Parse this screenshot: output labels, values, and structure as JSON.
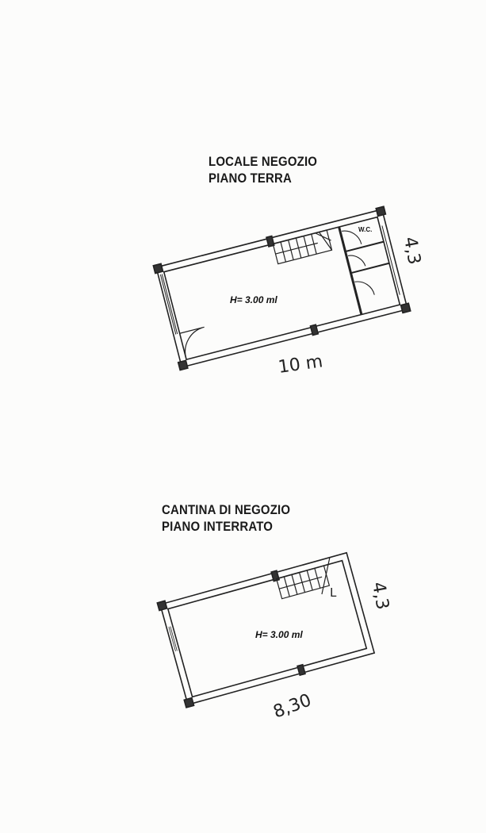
{
  "plans": [
    {
      "title_line1": "LOCALE NEGOZIO",
      "title_line2": "PIANO TERRA",
      "height_label": "H= 3.00 ml",
      "room_label": "W.C.",
      "length_note": "10 m",
      "width_note": "4,3"
    },
    {
      "title_line1": "CANTINA DI NEGOZIO",
      "title_line2": "PIANO INTERRATO",
      "height_label": "H= 3.00 ml",
      "stair_note": "L",
      "length_note": "8,30",
      "width_note": "4,3"
    }
  ]
}
